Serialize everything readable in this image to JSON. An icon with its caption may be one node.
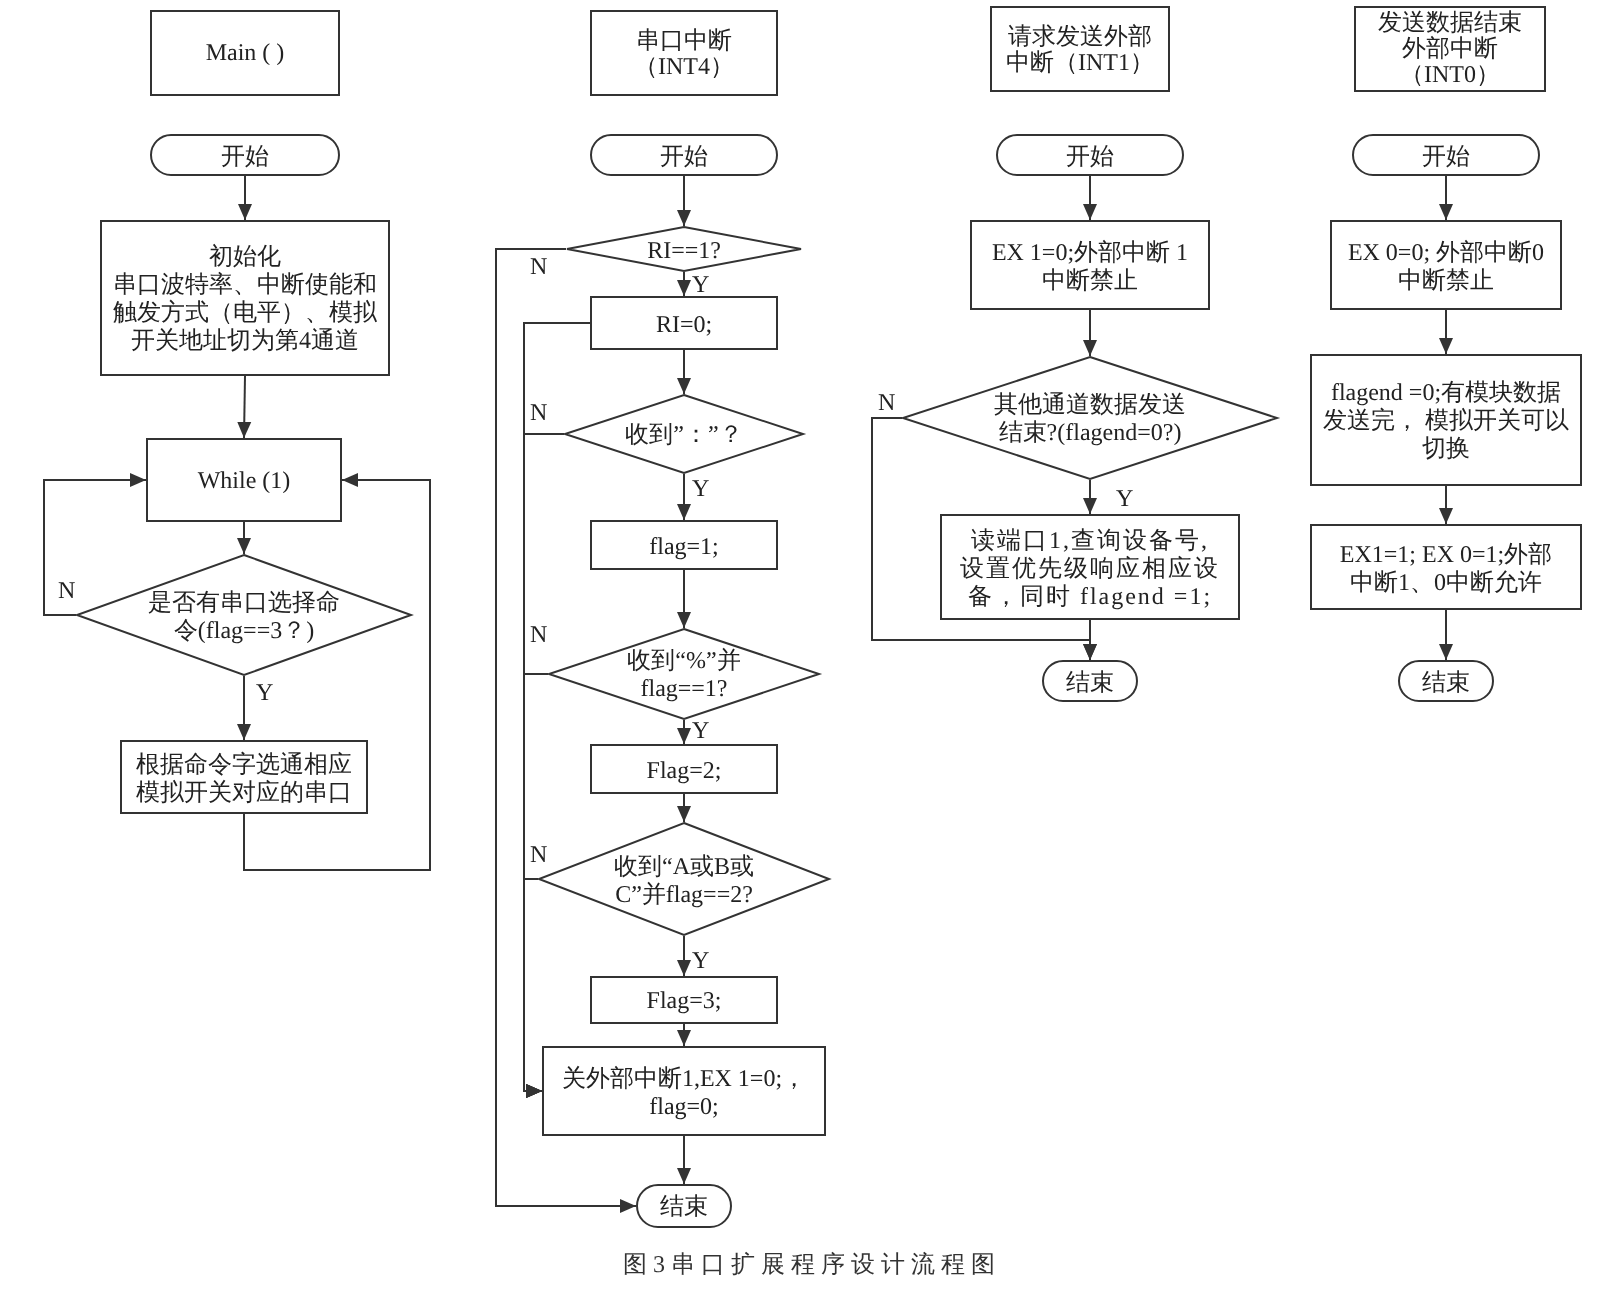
{
  "diagram": {
    "caption": "图3串口扩展程序设计流程图",
    "nodes": [
      {
        "text": [
          "Main ( )"
        ]
      },
      {
        "text": [
          "开始"
        ]
      },
      {
        "text": [
          "初始化",
          "串口波特率、中断使能和触发方式（电平）、模拟开关地址切为第4通道"
        ]
      },
      {
        "text": [
          "While (1)"
        ]
      },
      {
        "text": [
          "是否有串口选择命令(flag==3？)"
        ]
      },
      {
        "text": [
          "根据命令字选通相应模拟开关对应的串口"
        ]
      },
      {
        "text": [
          "串口中断（INT4）"
        ]
      },
      {
        "text": [
          "开始"
        ]
      },
      {
        "text": [
          "RI==1?"
        ]
      },
      {
        "text": [
          "RI=0;"
        ]
      },
      {
        "text": [
          "收到”：”？"
        ]
      },
      {
        "text": [
          "flag=1;"
        ]
      },
      {
        "text": [
          "收到“%”并flag==1?"
        ]
      },
      {
        "text": [
          "Flag=2;"
        ]
      },
      {
        "text": [
          "收到“A或B或C”并flag==2?"
        ]
      },
      {
        "text": [
          "Flag=3;"
        ]
      },
      {
        "text": [
          "关外部中断1,EX 1=0;， flag=0;"
        ]
      },
      {
        "text": [
          "结束"
        ]
      },
      {
        "text": [
          "请求发送外部中断（INT1）"
        ]
      },
      {
        "text": [
          "开始"
        ]
      },
      {
        "text": [
          "EX 1=0;外部中断 1中断禁止"
        ]
      },
      {
        "text": [
          "其他通道数据发送结束?(flagend=0?)"
        ]
      },
      {
        "text": [
          "读端口1,查询设备号,设置优先级响应相应设备，同时 flagend =1;"
        ]
      },
      {
        "text": [
          "结束"
        ]
      },
      {
        "text": [
          "发送数据结束外部中断（INT0）"
        ]
      },
      {
        "text": [
          "开始"
        ]
      },
      {
        "text": [
          "EX 0=0; 外部中断0中断禁止"
        ]
      },
      {
        "text": [
          "flagend =0;有模块数据发送完， 模拟开关可以切换"
        ]
      },
      {
        "text": [
          "EX1=1; EX 0=1;外部中断1、0中断允许"
        ]
      },
      {
        "text": [
          "结束"
        ]
      }
    ],
    "edges": [
      {
        "from": 1,
        "to": 2,
        "arrow": "to"
      },
      {
        "from": 2,
        "to": 3,
        "arrow": "to"
      },
      {
        "from": 3,
        "to": 4,
        "arrow": "to"
      },
      {
        "from": 4,
        "to": 3,
        "arrow": "to",
        "label": "N"
      },
      {
        "from": 4,
        "to": 5,
        "arrow": "to",
        "label": "Y"
      },
      {
        "from": 5,
        "to": 3,
        "arrow": "to"
      },
      {
        "from": 7,
        "to": 8,
        "arrow": "to"
      },
      {
        "from": 8,
        "to": 9,
        "arrow": "to",
        "label": "Y"
      },
      {
        "from": 8,
        "to": 17,
        "arrow": "to",
        "label": "N"
      },
      {
        "from": 9,
        "to": 10,
        "arrow": "to"
      },
      {
        "from": 9,
        "to": 16,
        "arrow": "to"
      },
      {
        "from": 10,
        "to": 11,
        "arrow": "to",
        "label": "Y"
      },
      {
        "from": 10,
        "to": 16,
        "arrow": "to",
        "label": "N"
      },
      {
        "from": 11,
        "to": 12,
        "arrow": "to"
      },
      {
        "from": 12,
        "to": 13,
        "arrow": "to",
        "label": "Y"
      },
      {
        "from": 12,
        "to": 16,
        "arrow": "to",
        "label": "N"
      },
      {
        "from": 13,
        "to": 14,
        "arrow": "to"
      },
      {
        "from": 14,
        "to": 15,
        "arrow": "to",
        "label": "Y"
      },
      {
        "from": 14,
        "to": 16,
        "arrow": "to",
        "label": "N"
      },
      {
        "from": 15,
        "to": 16,
        "arrow": "to"
      },
      {
        "from": 16,
        "to": 17,
        "arrow": "to"
      },
      {
        "from": 19,
        "to": 20,
        "arrow": "to"
      },
      {
        "from": 20,
        "to": 21,
        "arrow": "to"
      },
      {
        "from": 21,
        "to": 22,
        "arrow": "to",
        "label": "Y"
      },
      {
        "from": 21,
        "to": 23,
        "arrow": "to",
        "label": "N"
      },
      {
        "from": 22,
        "to": 23,
        "arrow": "to"
      },
      {
        "from": 25,
        "to": 26,
        "arrow": "to"
      },
      {
        "from": 26,
        "to": 27,
        "arrow": "to"
      },
      {
        "from": 27,
        "to": 28,
        "arrow": "to"
      },
      {
        "from": 28,
        "to": 29,
        "arrow": "to"
      }
    ]
  }
}
